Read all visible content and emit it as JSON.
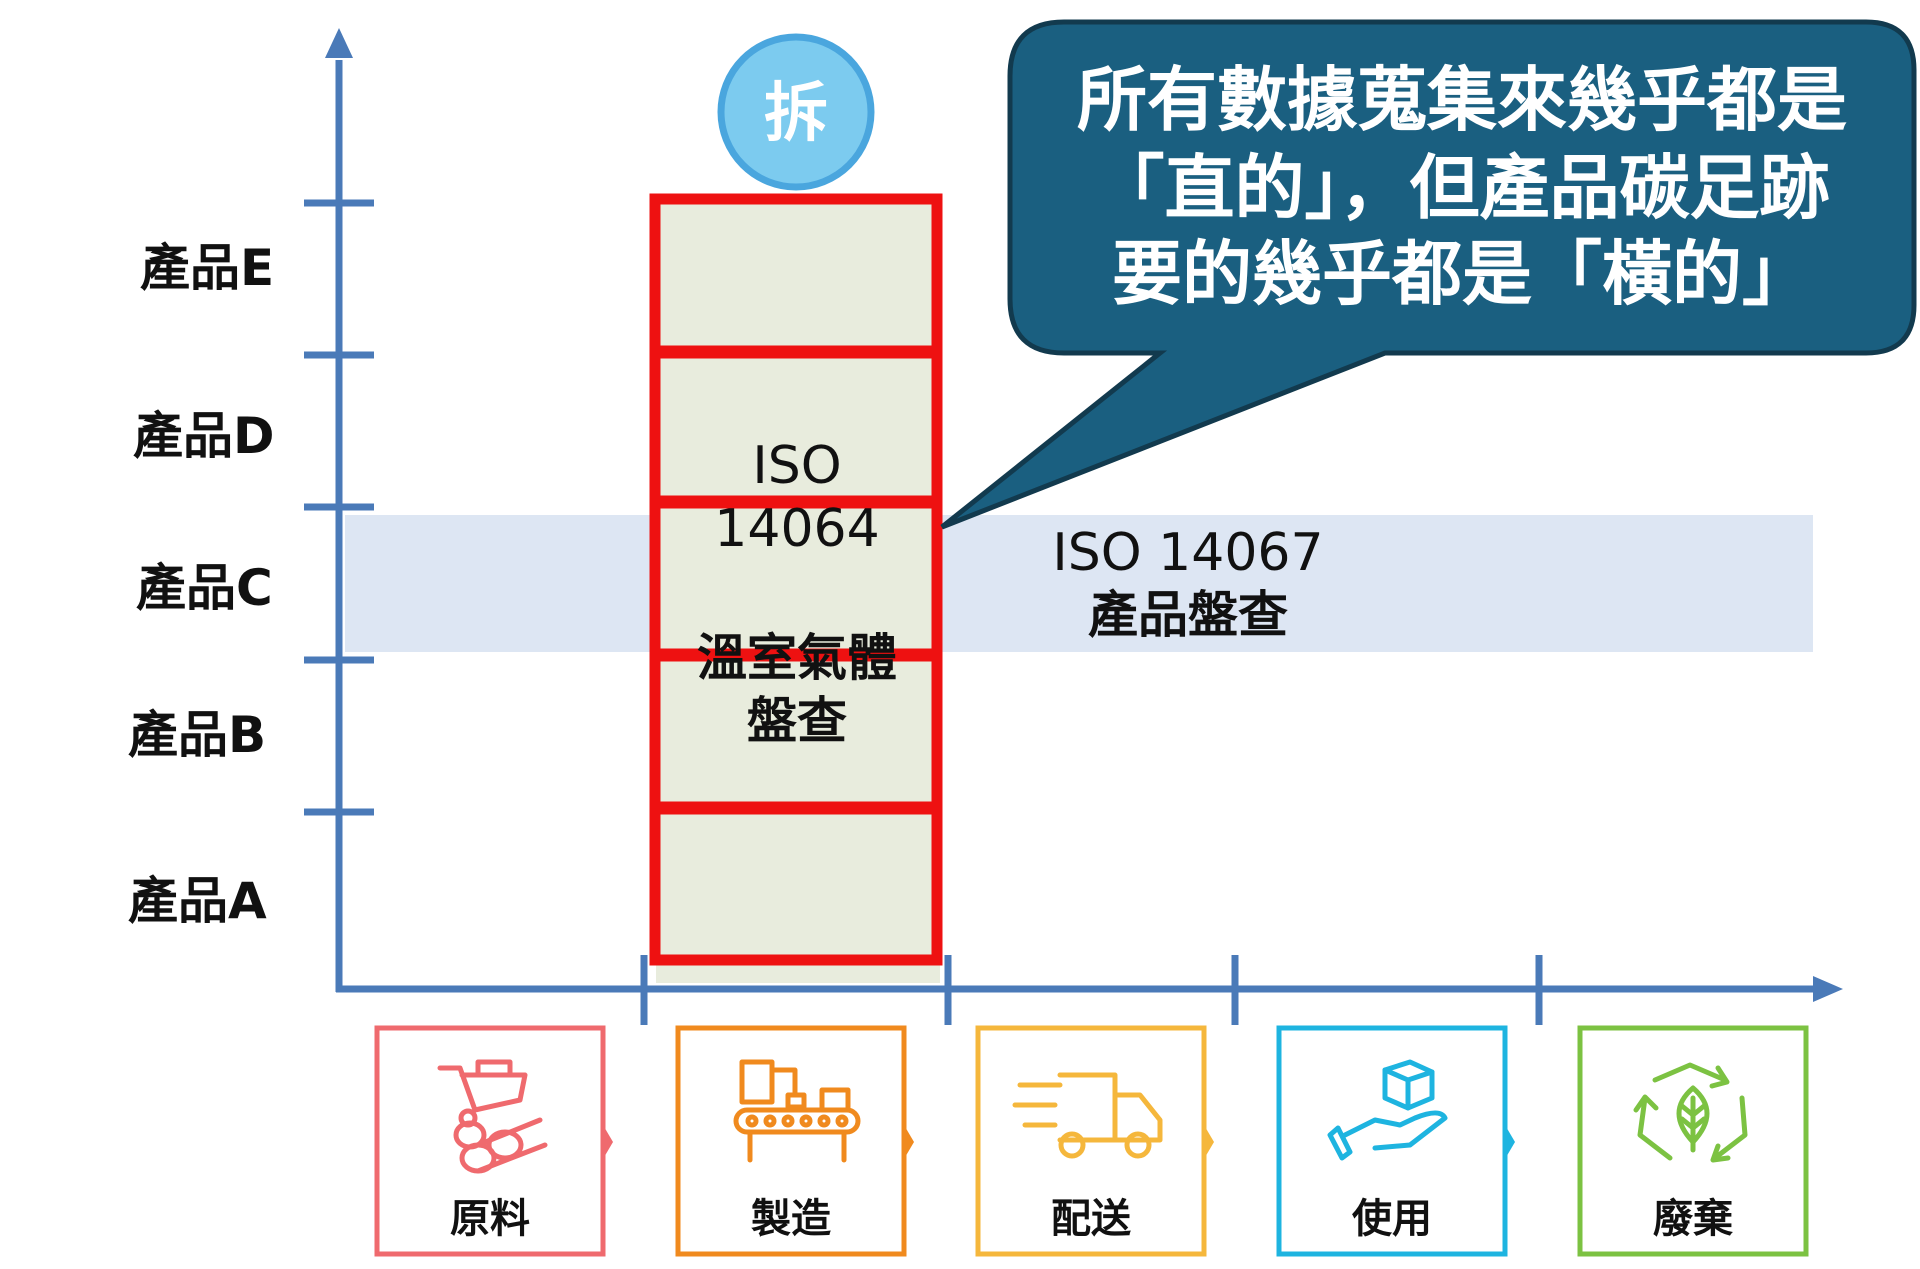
{
  "y_axis": {
    "products": [
      "產品E",
      "產品D",
      "產品C",
      "產品B",
      "產品A"
    ]
  },
  "stages": [
    {
      "label": "原料",
      "icon": "cart-logs-icon",
      "color": "#ef6a6e"
    },
    {
      "label": "製造",
      "icon": "factory-conveyor-icon",
      "color": "#f08a1e"
    },
    {
      "label": "配送",
      "icon": "delivery-truck-icon",
      "color": "#f5b73c"
    },
    {
      "label": "使用",
      "icon": "hand-package-icon",
      "color": "#1eb4e0"
    },
    {
      "label": "廢棄",
      "icon": "recycle-leaf-icon",
      "color": "#7cc242"
    }
  ],
  "iso14064": {
    "line1": "ISO",
    "line2": "14064",
    "line3": "溫室氣體",
    "line4": "盤查"
  },
  "iso14067": {
    "line1": "ISO 14067",
    "line2": "產品盤查"
  },
  "badge": {
    "label": "拆"
  },
  "callout": {
    "line1": "所有數據蒐集來幾乎都是",
    "line2": "「直的」，但產品碳足跡",
    "line3": "要的幾乎都是「橫的」"
  },
  "colors": {
    "axis": "#4a7ab8",
    "column_fill": "#e8ecdd",
    "row_band": "#dde6f3",
    "red_box": "#ee1111",
    "callout_fill": "#1a5f80",
    "callout_border": "#123a4e",
    "badge_fill": "#7ccbef",
    "badge_ring": "#4aa6de"
  }
}
